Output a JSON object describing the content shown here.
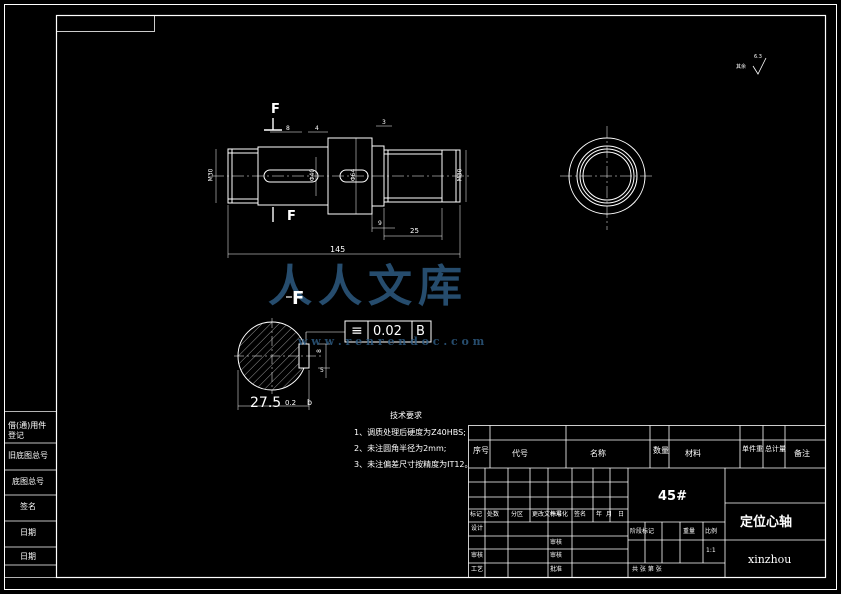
{
  "drawing": {
    "section_label_top": "F",
    "section_label_bottom": "F",
    "section_view_label": "F",
    "dims": {
      "len_8": "8",
      "len_4": "4",
      "len_3": "3",
      "len_9": "9",
      "len_25": "25",
      "len_145": "145",
      "dia_m30_left": "M30",
      "dia_right": "M30",
      "dia_mid": "Φ40",
      "dia_shoulder": "Φ64",
      "section_width": "27.5",
      "section_tol": "0.2",
      "section_b": "b",
      "section_offset": "8",
      "section_small": "5"
    },
    "tolerance": {
      "symbol": "≡",
      "value": "0.02",
      "datum": "B"
    },
    "surface_finish": {
      "label": "其余",
      "value": "6.3"
    }
  },
  "watermark": {
    "main": "人人文库",
    "url": "w w w . r e n r e n d o c . c o m"
  },
  "tech_req": {
    "title": "技术要求",
    "items": [
      "1、调质处理后硬度为Z40HBS;",
      "2、未注圆角半径为2mm;",
      "3、未注偏差尺寸按精度为IT12。"
    ]
  },
  "left_strip": {
    "rows": [
      "借(通)用件登记",
      "旧底图总号",
      "底图总号",
      "签名",
      "日期",
      "日期"
    ]
  },
  "title_block": {
    "header": {
      "seq": "序号",
      "code": "代号",
      "name": "名称",
      "qty": "数量",
      "material_h": "材料",
      "unit_weight": "单件重",
      "total": "总计量",
      "remark": "备注"
    },
    "material": "45#",
    "part_name": "定位心轴",
    "drawing_no": "xinzhou",
    "rev_row": [
      "标记",
      "处数",
      "分区",
      "更改文件号",
      "签名",
      "年",
      "月",
      "日"
    ],
    "stage_row": [
      "阶段标记",
      "重量",
      "比例"
    ],
    "scale": "1:1",
    "sign_rows": [
      {
        "a": "设计",
        "b": "标准化"
      },
      {
        "a": "",
        "b": "审核"
      },
      {
        "a": "审核",
        "b": "审核"
      },
      {
        "a": "工艺",
        "b": "批准"
      }
    ],
    "sheet": "共 张 第 张"
  }
}
